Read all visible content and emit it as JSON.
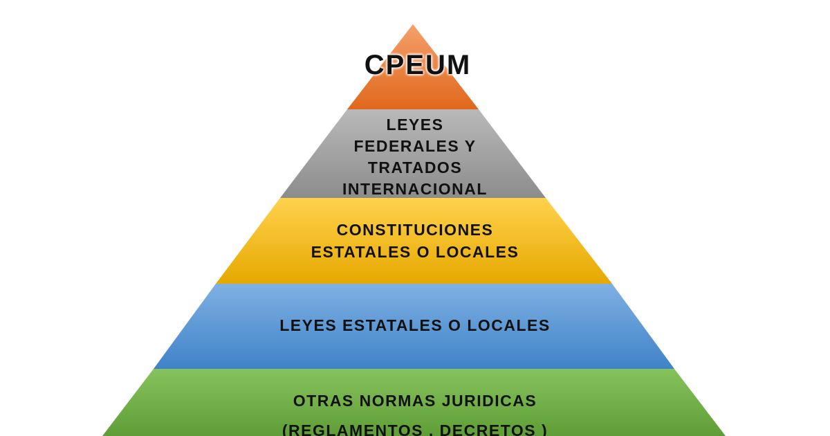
{
  "pyramid": {
    "tiers": [
      {
        "lines": [
          "CPEUM"
        ],
        "color": "#ED7D31"
      },
      {
        "lines": [
          "LEYES",
          "FEDERALES Y",
          "TRATADOS",
          "INTERNACIONAL"
        ],
        "color": "#A5A5A5"
      },
      {
        "lines": [
          "CONSTITUCIONES",
          "ESTATALES O LOCALES"
        ],
        "color": "#FFC000"
      },
      {
        "lines": [
          "LEYES ESTATALES O LOCALES"
        ],
        "color": "#5B9BD5"
      },
      {
        "lines": [
          "OTRAS NORMAS JURIDICAS",
          "(REGLAMENTOS , DECRETOS )"
        ],
        "color": "#70AD47"
      }
    ]
  }
}
